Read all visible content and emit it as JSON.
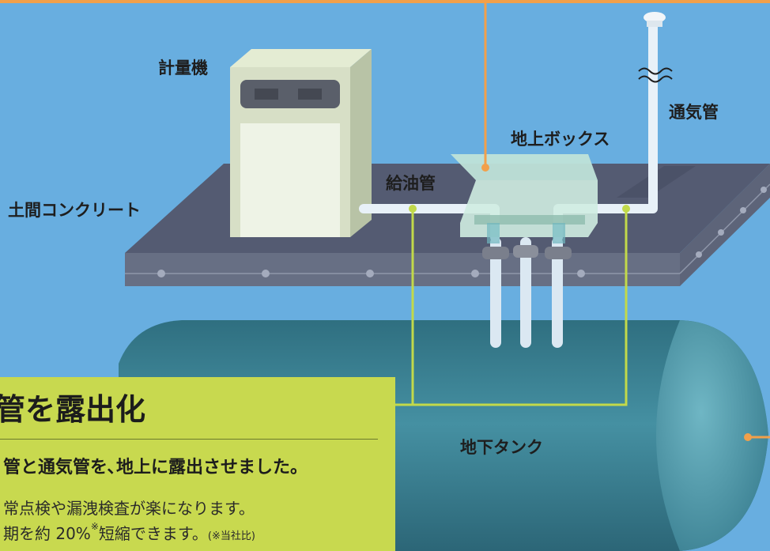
{
  "labels": {
    "dispenser": "計量機",
    "vent_pipe": "通気管",
    "ground_box": "地上ボックス",
    "oil_pipe": "給油管",
    "concrete": "土間コンクリート",
    "tank": "地下タンク"
  },
  "callout": {
    "title": "管を露出化",
    "lead": "管と通気管を､地上に露出させました。",
    "benefit_1": "常点検や漏洩検査が楽になります。",
    "benefit_2_main": "期を約 20%",
    "benefit_2_mark": "※",
    "benefit_2_tail": "短縮できます。",
    "benefit_2_note": "(※当社比)"
  },
  "colors": {
    "background": "#68aee0",
    "slab_top": "#545b72",
    "slab_front": "#676f84",
    "tank": "#3f8395",
    "pipe": "#e8f1f8",
    "leader_green": "#c2d94a",
    "leader_orange": "#f2a04a",
    "callout_bg": "#c8d94f"
  }
}
